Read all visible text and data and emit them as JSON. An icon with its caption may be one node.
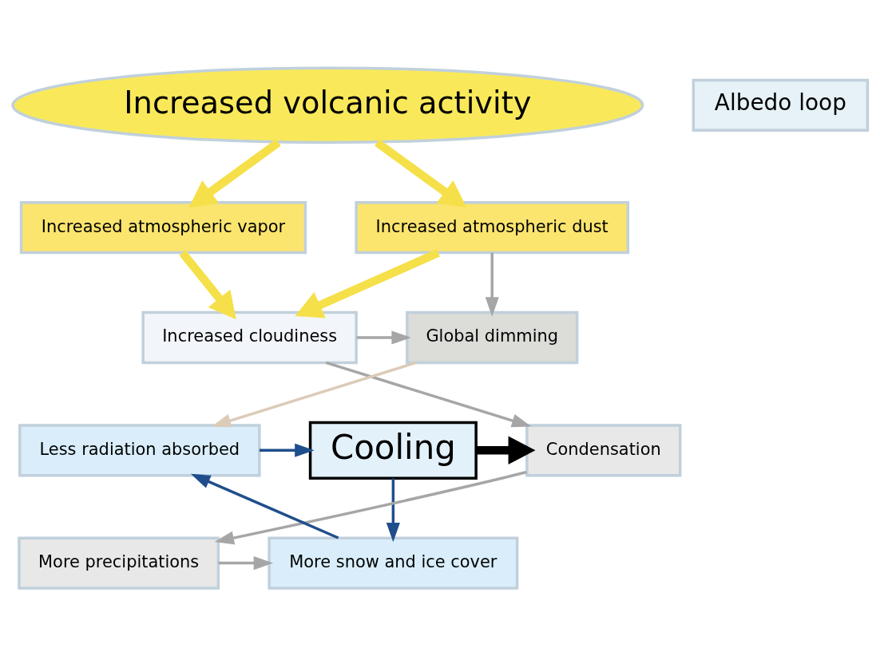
{
  "diagram": {
    "nodes": [
      {
        "text": [
          "Increased volcanic activity"
        ]
      },
      {
        "text": [
          "Increased atmospheric vapor"
        ]
      },
      {
        "text": [
          "Increased atmospheric dust"
        ]
      },
      {
        "text": [
          "Increased cloudiness"
        ]
      },
      {
        "text": [
          "Global dimming"
        ]
      },
      {
        "text": [
          "Cooling"
        ]
      },
      {
        "text": [
          "Condensation"
        ]
      },
      {
        "text": [
          "More precipitations"
        ]
      },
      {
        "text": [
          "Albedo loop"
        ]
      },
      {
        "text": [
          "More snow and ice cover"
        ]
      },
      {
        "text": [
          "Less radiation absorbed"
        ]
      }
    ],
    "edges": [
      {
        "from": 0,
        "to": 1,
        "arrow": "to",
        "style": "thick",
        "color": "#f5e04a"
      },
      {
        "from": 0,
        "to": 2,
        "arrow": "to",
        "style": "thick",
        "color": "#f5e04a"
      },
      {
        "from": 1,
        "to": 3,
        "arrow": "to",
        "style": "thick",
        "color": "#f5e04a"
      },
      {
        "from": 2,
        "to": 3,
        "arrow": "to",
        "style": "thick",
        "color": "#f5e04a"
      },
      {
        "from": 2,
        "to": 4,
        "arrow": "to"
      },
      {
        "from": 3,
        "to": 4,
        "arrow": "to"
      },
      {
        "from": 4,
        "to": 10,
        "arrow": "to",
        "color": "#dccbb8"
      },
      {
        "from": 3,
        "to": 6,
        "arrow": "to"
      },
      {
        "from": 5,
        "to": 6,
        "arrow": "to",
        "style": "thick",
        "color": "#000000"
      },
      {
        "from": 6,
        "to": 7,
        "arrow": "to"
      },
      {
        "from": 7,
        "to": 9,
        "arrow": "to"
      },
      {
        "from": 5,
        "to": 9,
        "arrow": "to",
        "color": "#1f4e8c"
      },
      {
        "from": 9,
        "to": 10,
        "arrow": "to",
        "color": "#1f4e8c"
      },
      {
        "from": 10,
        "to": 5,
        "arrow": "to",
        "color": "#1f4e8c"
      }
    ]
  }
}
